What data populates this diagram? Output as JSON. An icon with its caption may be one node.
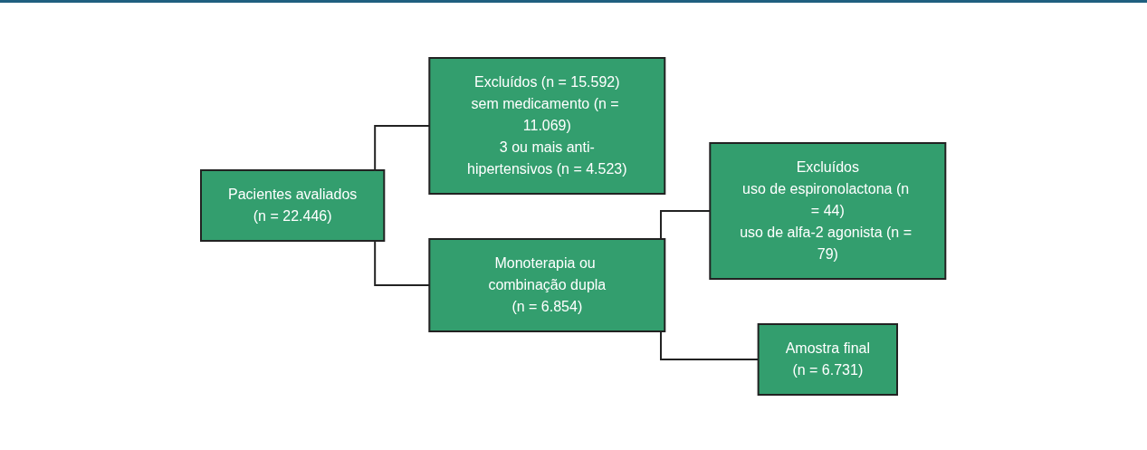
{
  "diagram": {
    "nodes": [
      {
        "text": [
          "Pacientes avaliados",
          "(n = 22.446)"
        ]
      },
      {
        "text": [
          "Excluídos (n = 15.592)",
          "sem medicamento (n = 11.069)",
          "3 ou mais anti-hipertensivos (n = 4.523)"
        ]
      },
      {
        "text": [
          "Monoterapia ou combinação dupla",
          "(n = 6.854)"
        ]
      },
      {
        "text": [
          "Excluídos",
          "uso de espironolactona (n = 44)",
          "uso de alfa-2 agonista (n = 79)"
        ]
      },
      {
        "text": [
          "Amostra final",
          "(n = 6.731)"
        ]
      }
    ],
    "edges": [
      {
        "from": 0,
        "to": 1,
        "arrow": "none"
      },
      {
        "from": 0,
        "to": 2,
        "arrow": "none"
      },
      {
        "from": 2,
        "to": 3,
        "arrow": "none"
      },
      {
        "from": 2,
        "to": 4,
        "arrow": "none"
      }
    ]
  }
}
